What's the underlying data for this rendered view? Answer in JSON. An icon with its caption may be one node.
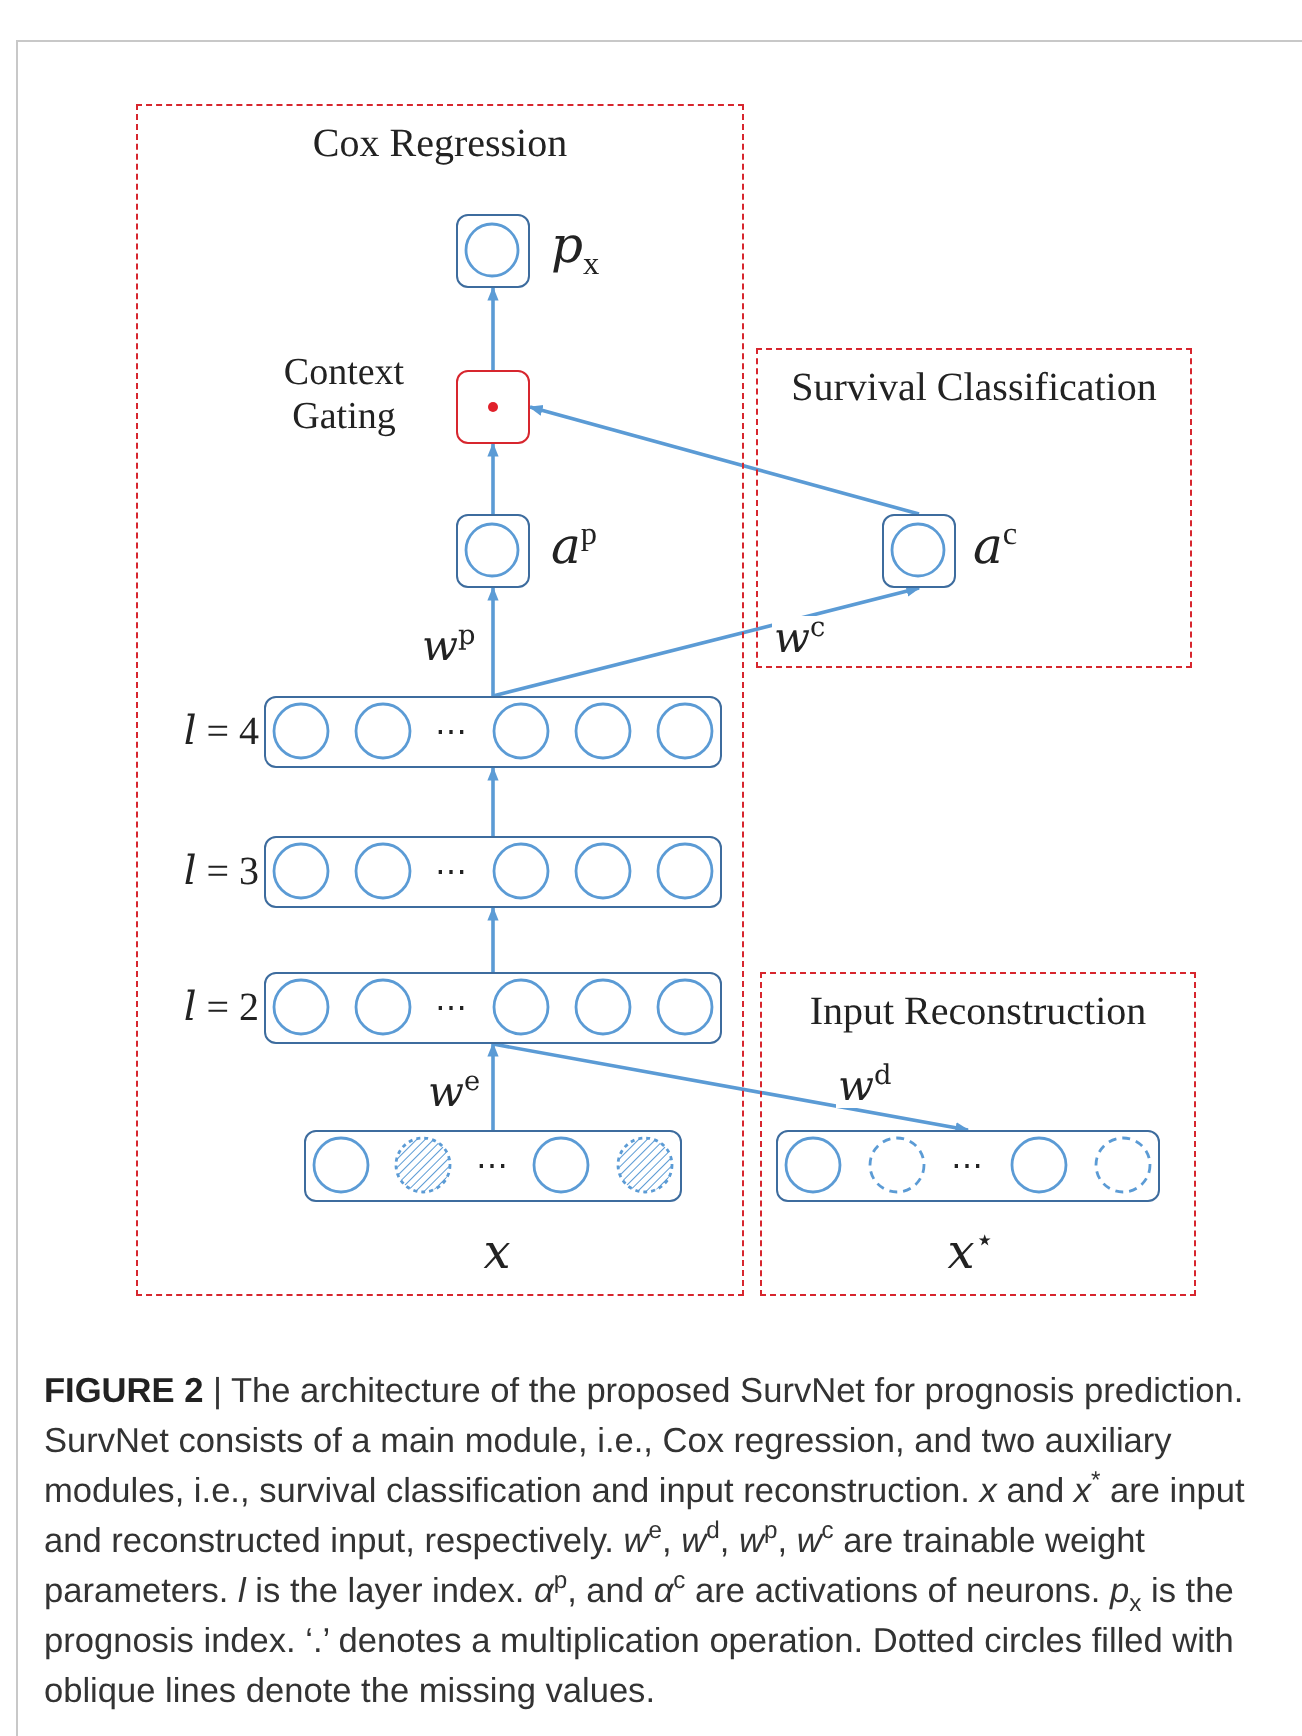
{
  "diagram": {
    "caption": "**FIGURE 2** | The architecture of the proposed SurvNet for prognosis prediction. SurvNet consists of a main module, i.e., Cox regression, and two auxiliary modules, i.e., survival classification and input reconstruction. *x* and *x*$^{*}$ are input and reconstructed input, respectively. *w*$^{e}$, *w*$^{d}$, *w*$^{p}$, *w*$^{c}$ are trainable weight parameters. *l* is the layer index. *α*$^{p}$, and *α*$^{c}$ are activations of neurons. *p*$_{x}$ is the prognosis index. ‘.’ denotes a multiplication operation. Dotted circles filled with oblique lines denote the missing values.",
    "nodes": [
      {
        "text": [
          "Cox Regression"
        ]
      },
      {
        "text": [],
        "shape": "box",
        "in": 0,
        "beside": [
          "*p*$_{x}$"
        ]
      },
      {
        "text": [],
        "shape": "box",
        "in": 0,
        "beside": [
          "Context Gating"
        ]
      },
      {
        "text": [],
        "shape": "box",
        "in": 0,
        "beside": [
          "*a*$^{p}$"
        ]
      },
      {
        "text": [
          "⋯"
        ],
        "in": 0,
        "beside": [
          "*l* = 4"
        ]
      },
      {
        "text": [
          "⋯"
        ],
        "in": 0,
        "beside": [
          "*l* = 3"
        ]
      },
      {
        "text": [
          "⋯"
        ],
        "in": 0,
        "beside": [
          "*l* = 2"
        ]
      },
      {
        "text": [
          "⋯"
        ],
        "in": 0,
        "beside": [
          "*x*"
        ]
      },
      {
        "text": [
          "Survival Classification"
        ]
      },
      {
        "text": [],
        "shape": "box",
        "in": 8,
        "beside": [
          "*a*$^{c}$"
        ]
      },
      {
        "text": [
          "Input Reconstruction"
        ]
      },
      {
        "text": [
          "⋯"
        ],
        "in": 10,
        "beside": [
          "*x*$^{⋆}$"
        ]
      }
    ],
    "edges": [
      {
        "from": 2,
        "to": 1,
        "arrow": "to"
      },
      {
        "from": 3,
        "to": 2,
        "arrow": "to"
      },
      {
        "from": 4,
        "to": 3,
        "arrow": "to",
        "label": "*w*$^{p}$"
      },
      {
        "from": 9,
        "to": 2,
        "arrow": "to"
      },
      {
        "from": 4,
        "to": 9,
        "arrow": "to",
        "label": "*w*$^{c}$"
      },
      {
        "from": 5,
        "to": 4,
        "arrow": "to"
      },
      {
        "from": 6,
        "to": 5,
        "arrow": "to"
      },
      {
        "from": 7,
        "to": 6,
        "arrow": "to",
        "label": "*w*$^{e}$"
      },
      {
        "from": 6,
        "to": 11,
        "arrow": "to",
        "label": "*w*$^{d}$"
      }
    ]
  }
}
